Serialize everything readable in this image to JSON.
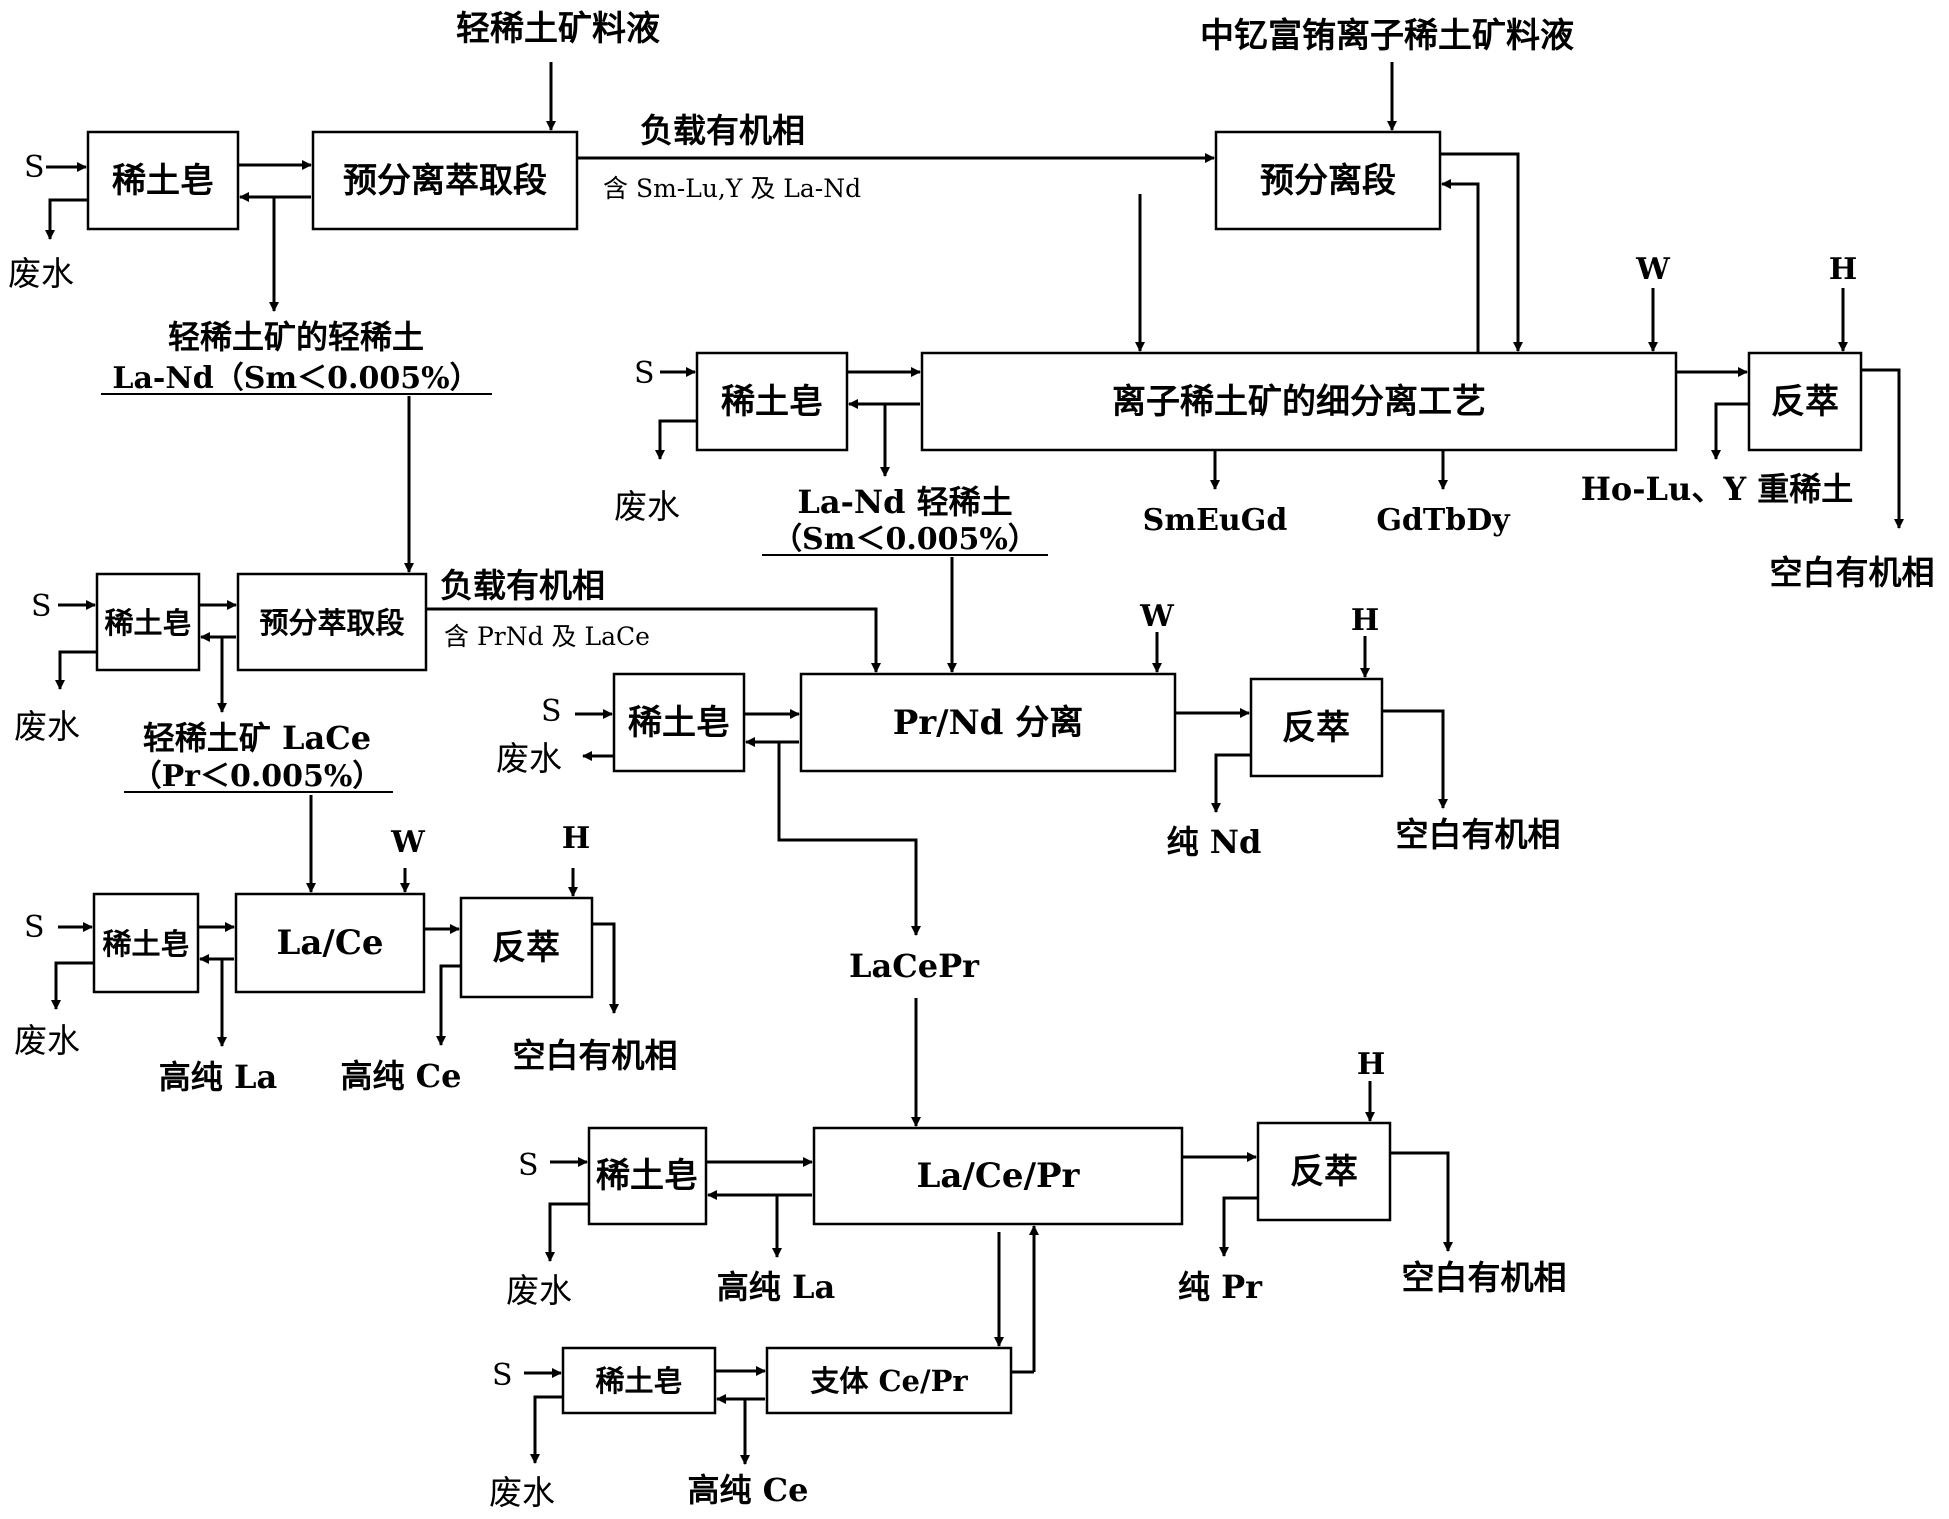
{
  "soap_label": "稀土皂",
  "inputs": {
    "light_feed": "轻稀土矿料液",
    "ion_feed": "中钇富铕离子稀土矿料液"
  },
  "stream_labels": {
    "S": "S",
    "W": "W",
    "H": "H",
    "wastewater": "废水",
    "blank_organic": "空白有机相",
    "loaded_organic": "负载有机相"
  },
  "stages": {
    "pre_sep_extraction": "预分离萃取段",
    "pre_sep": "预分离段",
    "ion_fine_sep": "离子稀土矿的细分离工艺",
    "pre_extraction": "预分萃取段",
    "prnd_sep": "Pr/Nd 分离",
    "lace_sep": "La/Ce",
    "lacepr_sep": "La/Ce/Pr",
    "branch_cepr": "支体 Ce/Pr",
    "strip": "反萃"
  },
  "annotations": {
    "loaded1_content": "含 Sm-Lu,Y 及 La-Nd",
    "loaded2_content": "含 PrNd 及 LaCe",
    "light_lr_l1": "轻稀土矿的轻稀土",
    "light_lr_l2": "La-Nd（Sm＜0.005%）",
    "ion_lr_l1": "La-Nd 轻稀土",
    "ion_lr_l2": "（Sm＜0.005%）",
    "lace_l1": "轻稀土矿 LaCe",
    "lace_l2": "（Pr＜0.005%）",
    "lacepr": "LaCePr"
  },
  "products": {
    "smeugd": "SmEuGd",
    "gdtbdy": "GdTbDy",
    "heavy": "Ho-Lu、Y 重稀土",
    "pure_nd": "纯 Nd",
    "pure_pr": "纯 Pr",
    "high_la": "高纯 La",
    "high_ce": "高纯 Ce"
  }
}
